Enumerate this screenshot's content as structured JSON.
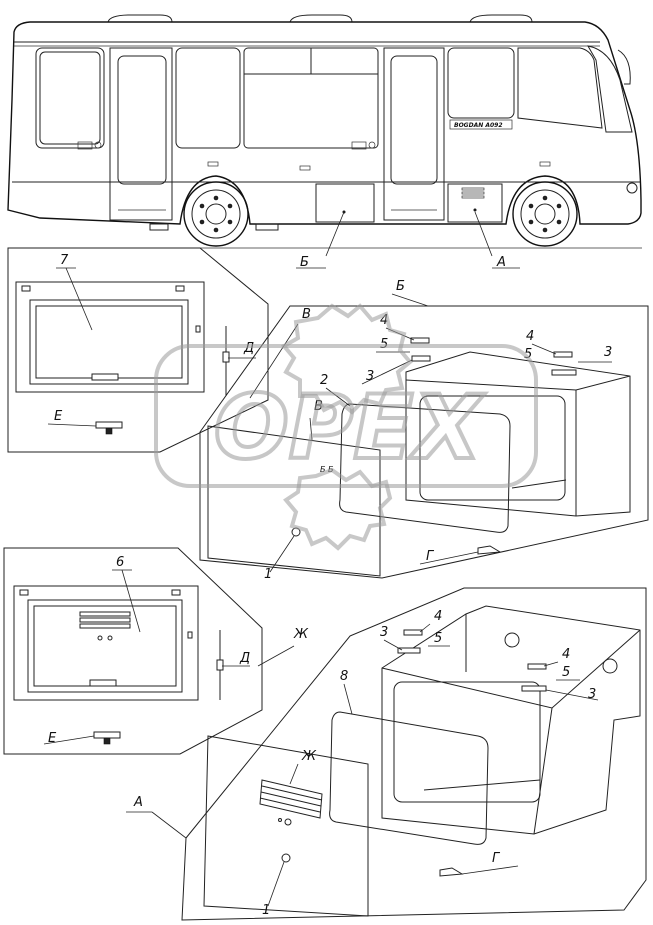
{
  "labels": {
    "a": "А",
    "b": "Б",
    "v": "В",
    "g": "Г",
    "d": "Д",
    "e": "Е",
    "zh": "Ж",
    "n1": "1",
    "n2": "2",
    "n3": "3",
    "n4": "4",
    "n5": "5",
    "n6": "6",
    "n7": "7",
    "n8": "8"
  },
  "bus": {
    "brand": "BOGDAN А092"
  },
  "watermark": {
    "text": "OPEX"
  }
}
